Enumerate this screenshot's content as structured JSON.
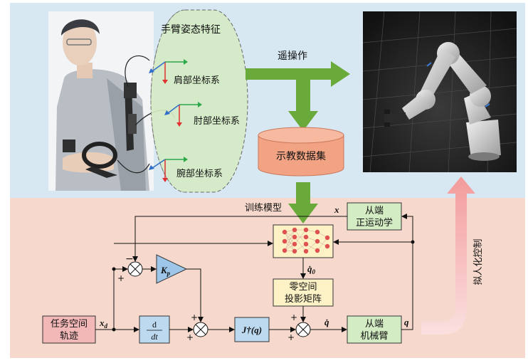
{
  "top_section": {
    "arm_features_label": "手臂姿态特征",
    "shoulder_frame_label": "肩部坐标系",
    "elbow_frame_label": "肘部坐标系",
    "wrist_frame_label": "腕部坐标系",
    "teleop_label": "遥操作",
    "dataset_label": "示教数据集"
  },
  "bottom_section": {
    "train_model_label": "训练模型",
    "x_signal": "x",
    "slave_fk_line1": "从端",
    "slave_fk_line2": "正运动学",
    "qdot0_signal": "q̇",
    "qdot0_sub": "0",
    "nullspace_line1": "零空间",
    "nullspace_line2": "投影矩阵",
    "kp_main": "K",
    "kp_sub": "p",
    "task_traj_line1": "任务空间",
    "task_traj_line2": "轨迹",
    "xd_main": "x",
    "xd_sub": "d",
    "deriv_num": "d",
    "deriv_den": "dt",
    "jinv_label": "J†(q)",
    "qdot_signal": "q̇",
    "slave_arm_line1": "从端",
    "slave_arm_line2": "机械臂",
    "q_signal": "q",
    "humanlike_control_label": "拟人化控制",
    "minus_sign": "−",
    "plus_sign": "+"
  },
  "colors": {
    "top_bg": "#d7e8f3",
    "bottom_bg": "#f6d9cc",
    "ellipse_fill": "#d5e9c4",
    "big_arrow": "#6aaa3a",
    "dataset_fill": "#f2a383",
    "kp_fill": "#9dc6e8",
    "green_box": "#d3ecc3",
    "yellow_box": "#fdf2c5",
    "pink_box": "#f2b8b8",
    "blue_box": "#bcd9ef",
    "pink_arrow": "#f6b8b8"
  }
}
